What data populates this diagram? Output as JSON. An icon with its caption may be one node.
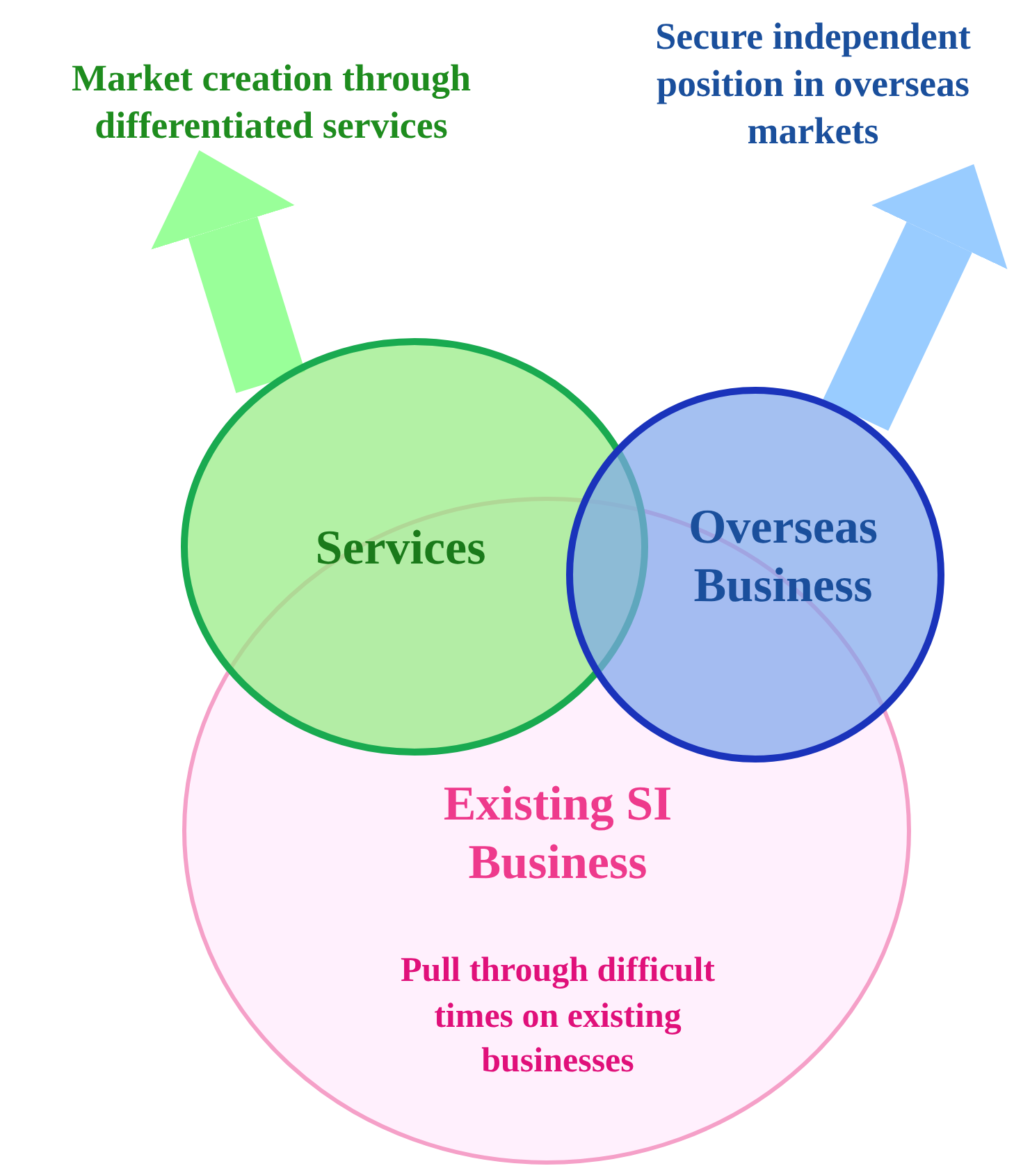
{
  "diagram": {
    "nodes": [
      {
        "text": [
          "Market creation through differentiated services"
        ]
      },
      {
        "text": [
          "Secure independent position in overseas markets"
        ]
      },
      {
        "text": [
          "Services"
        ]
      },
      {
        "text": [
          "Overseas Business"
        ]
      },
      {
        "text": [
          "Existing SI Business",
          "Pull through difficult times on existing businesses"
        ]
      }
    ],
    "edges": [
      {
        "from": 2,
        "to": 0,
        "arrow": "to",
        "color": "#99ff99"
      },
      {
        "from": 3,
        "to": 1,
        "arrow": "to",
        "color": "#99ccff"
      }
    ]
  }
}
